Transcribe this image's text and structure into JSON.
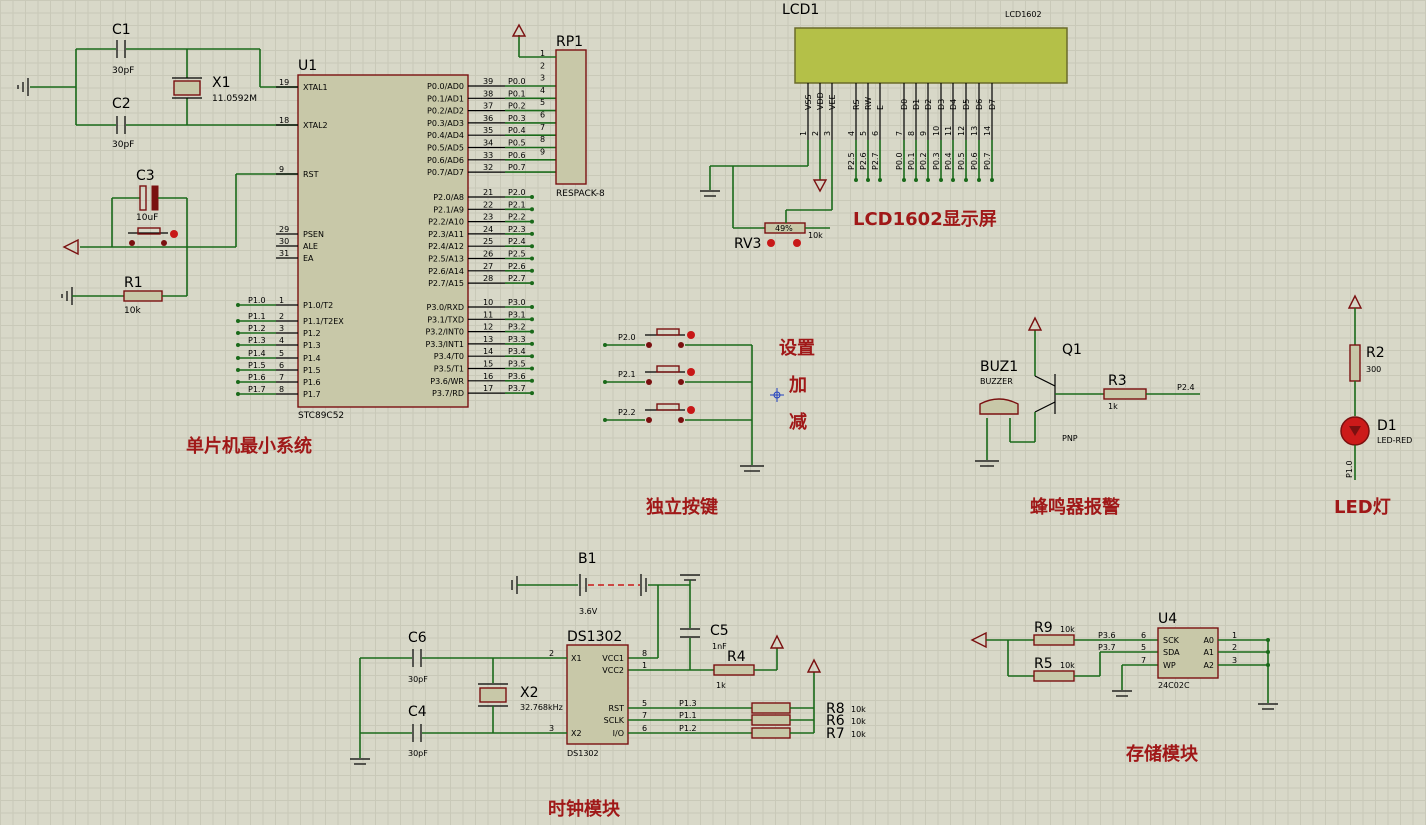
{
  "mcu": {
    "ref": "U1",
    "part": "STC89C52",
    "left_pins": [
      {
        "num": "19",
        "name": "XTAL1"
      },
      {
        "num": "18",
        "name": "XTAL2"
      },
      {
        "num": "9",
        "name": "RST"
      },
      {
        "num": "29",
        "name": "PSEN"
      },
      {
        "num": "30",
        "name": "ALE"
      },
      {
        "num": "31",
        "name": "EA"
      },
      {
        "num": "1",
        "name": "P1.0/T2"
      },
      {
        "num": "2",
        "name": "P1.1/T2EX"
      },
      {
        "num": "3",
        "name": "P1.2"
      },
      {
        "num": "4",
        "name": "P1.3"
      },
      {
        "num": "5",
        "name": "P1.4"
      },
      {
        "num": "6",
        "name": "P1.5"
      },
      {
        "num": "7",
        "name": "P1.6"
      },
      {
        "num": "8",
        "name": "P1.7"
      }
    ],
    "left_nets": [
      "P1.0",
      "P1.1",
      "P1.2",
      "P1.3",
      "P1.4",
      "P1.5",
      "P1.6",
      "P1.7"
    ],
    "right_pins": [
      {
        "num": "39",
        "name": "P0.0/AD0",
        "net": "P0.0"
      },
      {
        "num": "38",
        "name": "P0.1/AD1",
        "net": "P0.1"
      },
      {
        "num": "37",
        "name": "P0.2/AD2",
        "net": "P0.2"
      },
      {
        "num": "36",
        "name": "P0.3/AD3",
        "net": "P0.3"
      },
      {
        "num": "35",
        "name": "P0.4/AD4",
        "net": "P0.4"
      },
      {
        "num": "34",
        "name": "P0.5/AD5",
        "net": "P0.5"
      },
      {
        "num": "33",
        "name": "P0.6/AD6",
        "net": "P0.6"
      },
      {
        "num": "32",
        "name": "P0.7/AD7",
        "net": "P0.7"
      },
      {
        "num": "21",
        "name": "P2.0/A8",
        "net": "P2.0"
      },
      {
        "num": "22",
        "name": "P2.1/A9",
        "net": "P2.1"
      },
      {
        "num": "23",
        "name": "P2.2/A10",
        "net": "P2.2"
      },
      {
        "num": "24",
        "name": "P2.3/A11",
        "net": "P2.3"
      },
      {
        "num": "25",
        "name": "P2.4/A12",
        "net": "P2.4"
      },
      {
        "num": "26",
        "name": "P2.5/A13",
        "net": "P2.5"
      },
      {
        "num": "27",
        "name": "P2.6/A14",
        "net": "P2.6"
      },
      {
        "num": "28",
        "name": "P2.7/A15",
        "net": "P2.7"
      },
      {
        "num": "10",
        "name": "P3.0/RXD",
        "net": "P3.0"
      },
      {
        "num": "11",
        "name": "P3.1/TXD",
        "net": "P3.1"
      },
      {
        "num": "12",
        "name": "P3.2/INT0",
        "net": "P3.2"
      },
      {
        "num": "13",
        "name": "P3.3/INT1",
        "net": "P3.3"
      },
      {
        "num": "14",
        "name": "P3.4/T0",
        "net": "P3.4"
      },
      {
        "num": "15",
        "name": "P3.5/T1",
        "net": "P3.5"
      },
      {
        "num": "16",
        "name": "P3.6/WR",
        "net": "P3.6"
      },
      {
        "num": "17",
        "name": "P3.7/RD",
        "net": "P3.7"
      }
    ]
  },
  "osc": {
    "c1": "C1",
    "c1v": "30pF",
    "c2": "C2",
    "c2v": "30pF",
    "x1": "X1",
    "x1v": "11.0592M"
  },
  "reset": {
    "c3": "C3",
    "c3v": "10uF",
    "r1": "R1",
    "r1v": "10k"
  },
  "respack": {
    "ref": "RP1",
    "part": "RESPACK-8",
    "pins": [
      "1",
      "2",
      "3",
      "4",
      "5",
      "6",
      "7",
      "8",
      "9"
    ]
  },
  "lcd": {
    "ref": "LCD1",
    "part": "LCD1602",
    "pin_names": [
      "VSS",
      "VDD",
      "VEE",
      "RS",
      "RW",
      "E",
      "D0",
      "D1",
      "D2",
      "D3",
      "D4",
      "D5",
      "D6",
      "D7"
    ],
    "pin_nums": [
      "1",
      "2",
      "3",
      "4",
      "5",
      "6",
      "7",
      "8",
      "9",
      "10",
      "11",
      "12",
      "13",
      "14"
    ],
    "nets": [
      "P2.5",
      "P2.6",
      "P2.7",
      "P0.0",
      "P0.1",
      "P0.2",
      "P0.3",
      "P0.4",
      "P0.5",
      "P0.6",
      "P0.7"
    ],
    "rv": "RV3",
    "rv_val": "10k",
    "rv_pct": "49%"
  },
  "buttons": {
    "nets": [
      "P2.0",
      "P2.1",
      "P2.2"
    ],
    "labels": [
      "设置",
      "加",
      "减"
    ]
  },
  "buzzer": {
    "ref": "BUZ1",
    "part": "BUZZER",
    "q": "Q1",
    "q_type": "PNP",
    "r": "R3",
    "r_val": "1k",
    "net": "P2.4"
  },
  "led": {
    "r": "R2",
    "r_val": "300",
    "d": "D1",
    "d_part": "LED-RED",
    "net": "P1.0"
  },
  "clock": {
    "b": "B1",
    "b_val": "3.6V",
    "c5": "C5",
    "c5_val": "1nF",
    "r4": "R4",
    "r4_val": "1k",
    "c6": "C6",
    "c6_val": "30pF",
    "c4": "C4",
    "c4_val": "30pF",
    "x2": "X2",
    "x2_val": "32.768kHz",
    "ds": "DS1302",
    "ds_pins": [
      {
        "num": "2",
        "name": "X1"
      },
      {
        "num": "3",
        "name": "X2"
      },
      {
        "num": "8",
        "name": "VCC1"
      },
      {
        "num": "1",
        "name": "VCC2"
      },
      {
        "num": "5",
        "name": "RST"
      },
      {
        "num": "7",
        "name": "SCLK"
      },
      {
        "num": "6",
        "name": "I/O"
      }
    ],
    "nets": [
      "P1.3",
      "P1.1",
      "P1.2"
    ],
    "rs": [
      {
        "ref": "R8",
        "val": "10k"
      },
      {
        "ref": "R6",
        "val": "10k"
      },
      {
        "ref": "R7",
        "val": "10k"
      }
    ]
  },
  "eeprom": {
    "ref": "U4",
    "part": "24C02C",
    "left": [
      {
        "num": "6",
        "name": "SCK",
        "net": "P3.6"
      },
      {
        "num": "5",
        "name": "SDA",
        "net": "P3.7"
      },
      {
        "num": "7",
        "name": "WP",
        "net": ""
      }
    ],
    "right": [
      {
        "num": "1",
        "name": "A0"
      },
      {
        "num": "2",
        "name": "A1"
      },
      {
        "num": "3",
        "name": "A2"
      }
    ],
    "r9": "R9",
    "r9v": "10k",
    "r5": "R5",
    "r5v": "10k"
  },
  "section_titles": {
    "mcu": "单片机最小系统",
    "lcd": "LCD1602显示屏",
    "keys": "独立按键",
    "buzzer": "蜂鸣器报警",
    "led": "LED灯",
    "clock": "时钟模块",
    "storage": "存储模块"
  }
}
